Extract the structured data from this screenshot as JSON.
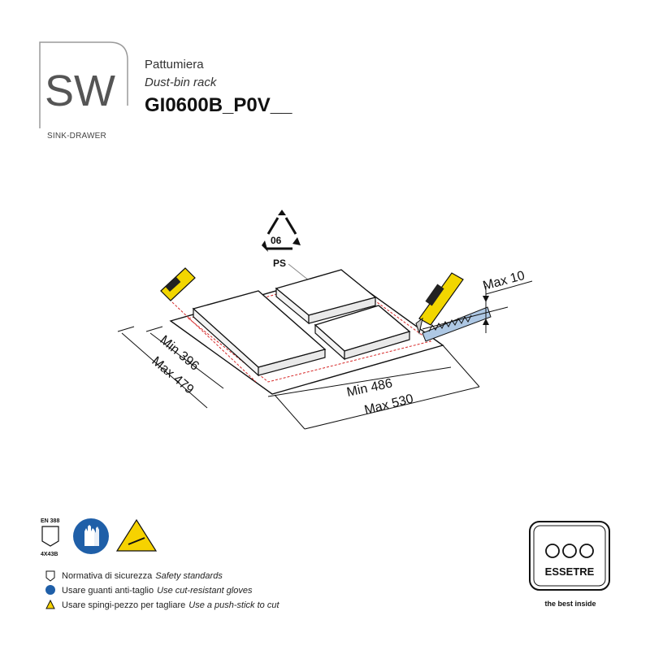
{
  "brand": {
    "logo_text": "SW",
    "logo_subtitle": "SINK-DRAWER"
  },
  "product": {
    "name_it": "Pattumiera",
    "name_en": "Dust-bin rack",
    "code": "GI0600B_P0V__"
  },
  "recycling": {
    "number": "06",
    "material": "PS"
  },
  "dimensions": {
    "min_depth": "Min 396",
    "max_depth": "Max 479",
    "min_width": "Min 486",
    "max_width": "Max 530",
    "max_thickness": "Max 10"
  },
  "safety_badge": {
    "standard": "EN 388",
    "rating": "4X43B"
  },
  "legend": [
    {
      "it": "Normativa di sicurezza",
      "en": "Safety standards",
      "icon": "standard-icon"
    },
    {
      "it": "Usare guanti anti-taglio",
      "en": "Use cut-resistant gloves",
      "icon": "gloves-icon"
    },
    {
      "it": "Usare spingi-pezzo per tagliare",
      "en": "Use a push-stick to cut",
      "icon": "warning-icon"
    }
  ],
  "manufacturer": {
    "name": "ESSETRE",
    "tagline": "the best inside"
  },
  "colors": {
    "accent_red": "#d62828",
    "knife_yellow": "#f2d600",
    "glove_blue": "#1f5fa8",
    "warning_yellow": "#f6d200"
  }
}
